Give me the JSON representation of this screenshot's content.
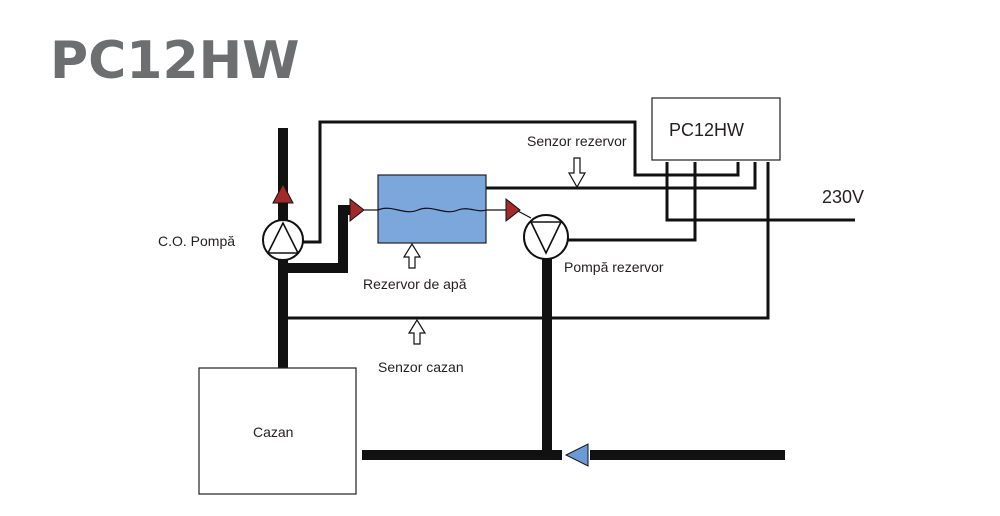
{
  "title": "PC12HW",
  "controller": {
    "label": "PC12HW"
  },
  "power": {
    "label": "230V"
  },
  "tank_sensor": {
    "label": "Senzor rezervor"
  },
  "boiler_sensor": {
    "label": "Senzor cazan"
  },
  "heating_pump": {
    "label": "C.O. Pompă"
  },
  "tank_pump": {
    "label": "Pompă rezervor"
  },
  "water_tank": {
    "label": "Rezervor de apă"
  },
  "boiler": {
    "label": "Cazan"
  },
  "colors": {
    "tank_fill": "#7ba7dc",
    "flow_arrow_red": "#a32a2a",
    "inlet_arrow_blue": "#6c9ad6",
    "title_gray": "#6d6e70"
  }
}
